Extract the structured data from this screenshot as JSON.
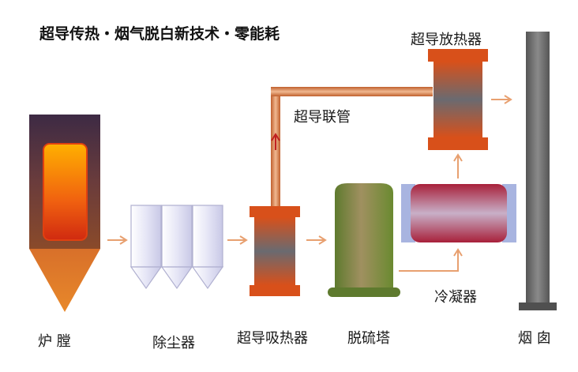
{
  "title": "超导传热・烟气脱白新技术・零能耗",
  "labels": {
    "furnace": "炉 膛",
    "dust_collector": "除尘器",
    "absorber": "超导吸热器",
    "desulfurization_tower": "脱硫塔",
    "chimney": "烟 囱",
    "radiator": "超导放热器",
    "pipe": "超导联管",
    "condenser": "冷凝器"
  },
  "colors": {
    "furnace_body": "#4a2f44",
    "furnace_core": "#f08a10",
    "dust_collector": "#d8d8f0",
    "heat_exchanger": "#c8501a",
    "tower": "#6e8a3a",
    "condenser": "#a8283a",
    "chimney": "#707070",
    "pipe": "#d2784a",
    "arrow": "#e8a070"
  }
}
